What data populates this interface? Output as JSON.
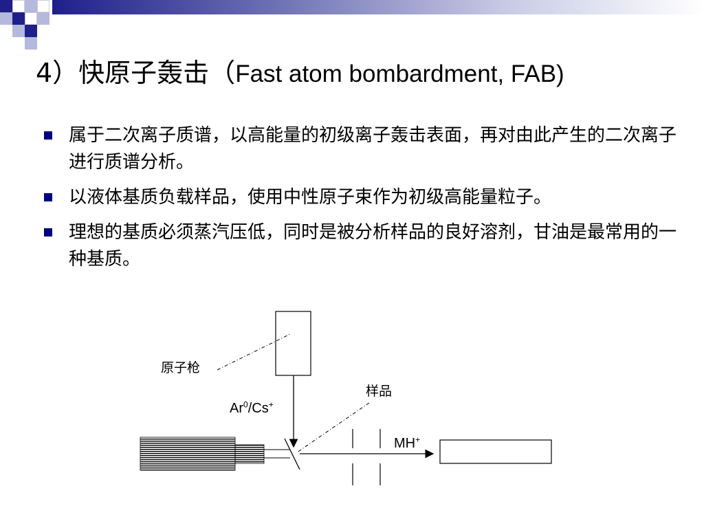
{
  "colors": {
    "navy": "#1f1f8c",
    "light_blue": "#b5b9dc",
    "bullet": "#000080"
  },
  "slide": {
    "title_zh": "4）快原子轰击（",
    "title_en": "Fast atom bombardment, FAB)",
    "bullets": [
      "属于二次离子质谱，以高能量的初级离子轰击表面，再对由此产生的二次离子进行质谱分析。",
      "以液体基质负载样品，使用中性原子束作为初级高能量粒子。",
      "理想的基质必须蒸汽压低，同时是被分析样品的良好溶剂，甘油是最常用的一种基质。"
    ]
  },
  "diagram": {
    "atom_gun_label": "原子枪",
    "sample_label": "样品",
    "beam_base": "Ar",
    "beam_sup1": "0",
    "beam_mid": "/Cs",
    "beam_sup2": "+",
    "ion_base": "MH",
    "ion_sup": "+"
  }
}
